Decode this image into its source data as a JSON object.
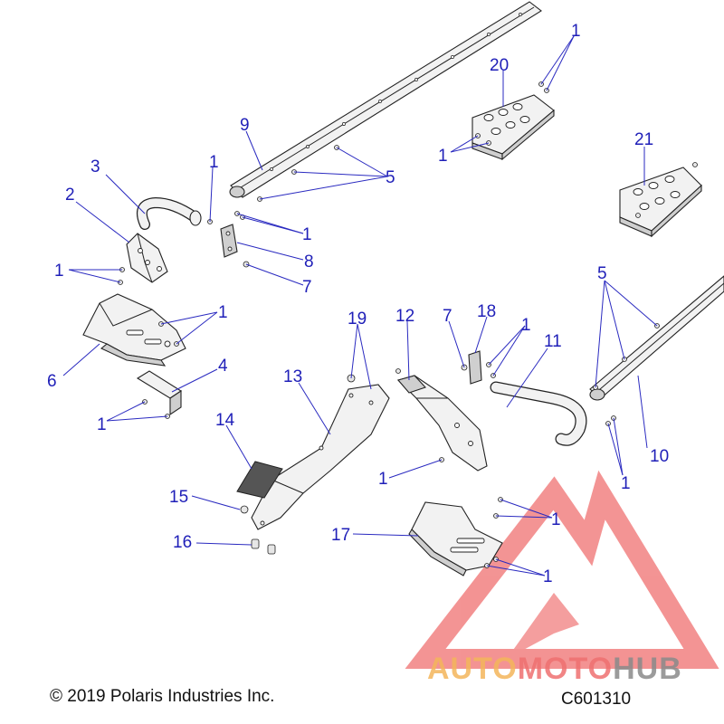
{
  "callouts": [
    {
      "id": "c1a",
      "text": "1"
    },
    {
      "id": "c20",
      "text": "20"
    },
    {
      "id": "c9",
      "text": "9"
    },
    {
      "id": "c1b",
      "text": "1"
    },
    {
      "id": "c5a",
      "text": "5"
    },
    {
      "id": "c21",
      "text": "21"
    },
    {
      "id": "c3",
      "text": "3"
    },
    {
      "id": "c1c",
      "text": "1"
    },
    {
      "id": "c2",
      "text": "2"
    },
    {
      "id": "c1d",
      "text": "1"
    },
    {
      "id": "c8",
      "text": "8"
    },
    {
      "id": "c1e",
      "text": "1"
    },
    {
      "id": "c7a",
      "text": "7"
    },
    {
      "id": "c5b",
      "text": "5"
    },
    {
      "id": "c1f",
      "text": "1"
    },
    {
      "id": "c19",
      "text": "19"
    },
    {
      "id": "c12",
      "text": "12"
    },
    {
      "id": "c7b",
      "text": "7"
    },
    {
      "id": "c18",
      "text": "18"
    },
    {
      "id": "c1g",
      "text": "1"
    },
    {
      "id": "c11",
      "text": "11"
    },
    {
      "id": "c6",
      "text": "6"
    },
    {
      "id": "c4",
      "text": "4"
    },
    {
      "id": "c13",
      "text": "13"
    },
    {
      "id": "c1h",
      "text": "1"
    },
    {
      "id": "c10",
      "text": "10"
    },
    {
      "id": "c14",
      "text": "14"
    },
    {
      "id": "c1i",
      "text": "1"
    },
    {
      "id": "c1j",
      "text": "1"
    },
    {
      "id": "c15",
      "text": "15"
    },
    {
      "id": "c1k",
      "text": "1"
    },
    {
      "id": "c17",
      "text": "17"
    },
    {
      "id": "c16",
      "text": "16"
    },
    {
      "id": "c1l",
      "text": "1"
    }
  ],
  "footer": {
    "copyright": "© 2019 Polaris Industries Inc.",
    "diagram_code": "C601310"
  },
  "watermark": {
    "part1": "AUTO",
    "part2": "MOTO",
    "part3": "HUB",
    "colors": {
      "orange": "#f4b65b",
      "red": "#ef7070",
      "gray": "#8a8a8a"
    }
  },
  "colors": {
    "callout": "#1f1fb8",
    "line_art": "#222222"
  }
}
